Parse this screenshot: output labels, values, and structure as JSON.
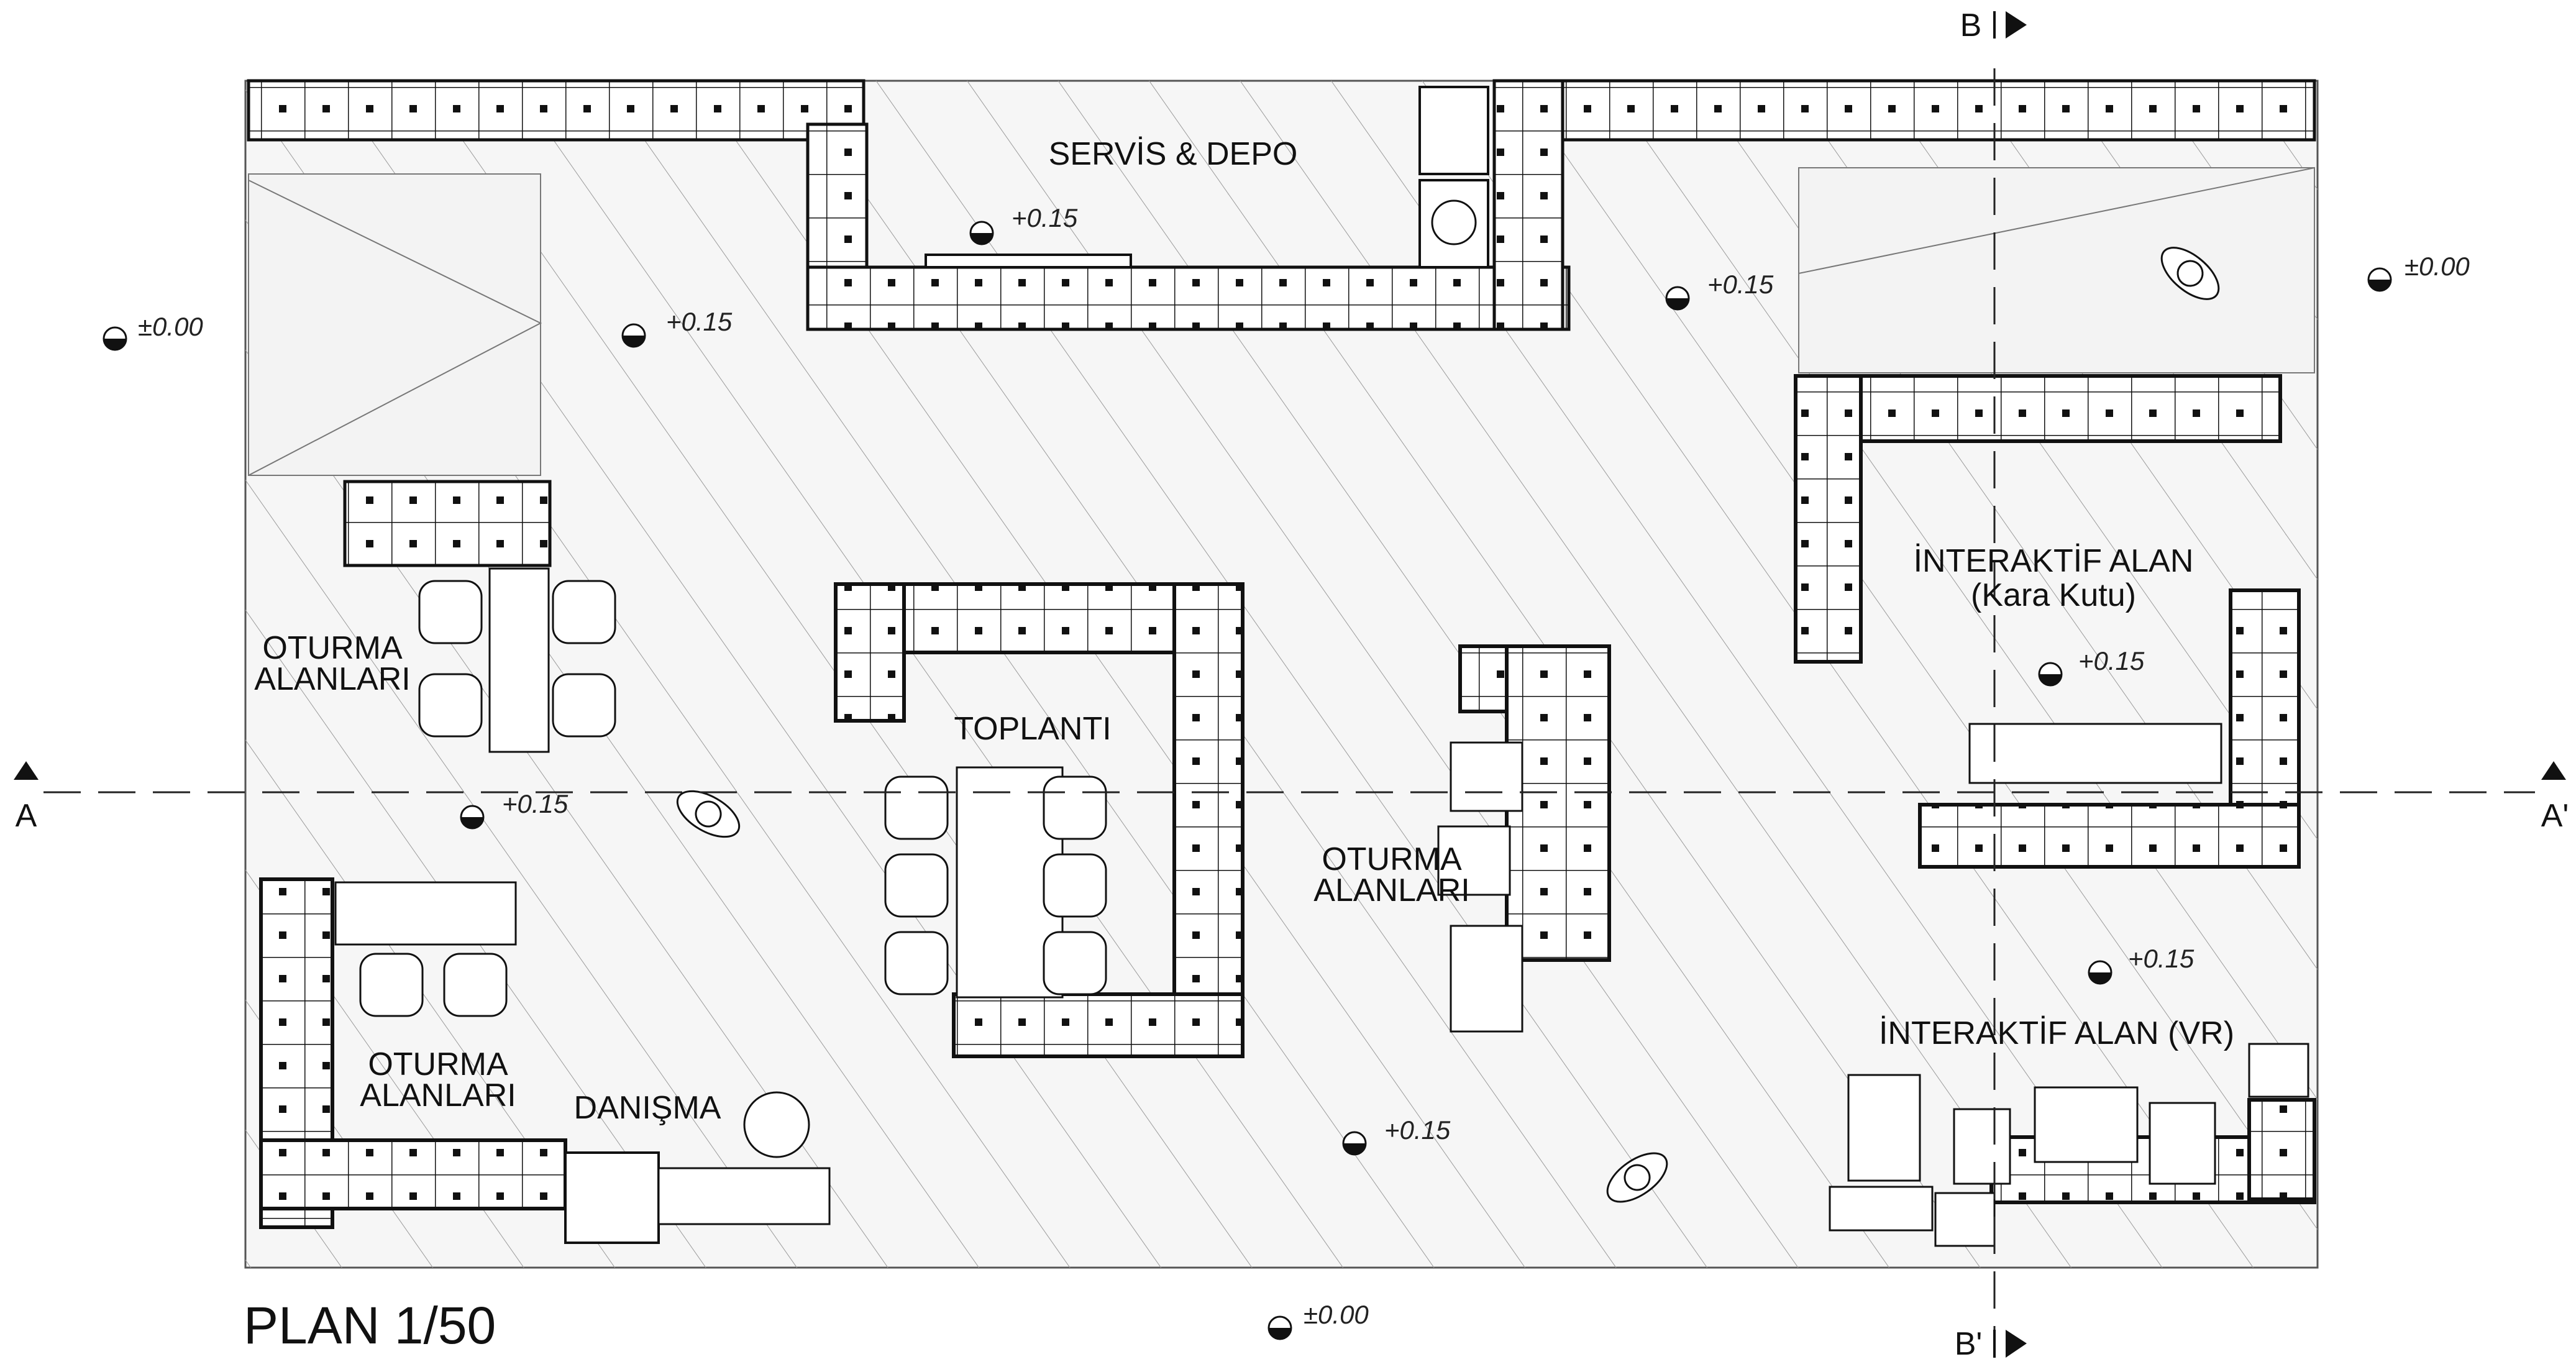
{
  "title": "PLAN 1/50",
  "rooms": {
    "servis": "SERVİS & DEPO",
    "oturma_left_1": "OTURMA",
    "oturma_left_2": "ALANLARI",
    "toplanti": "TOPLANTI",
    "oturma_mid_1": "OTURMA",
    "oturma_mid_2": "ALANLARI",
    "oturma_bl_1": "OTURMA",
    "oturma_bl_2": "ALANLARI",
    "danisma": "DANIŞMA",
    "interaktif_1": "İNTERAKTİF ALAN",
    "interaktif_2": "(Kara Kutu)",
    "interaktif_vr": "İNTERAKTİF ALAN (VR)"
  },
  "elevations": {
    "e1": "±0.00",
    "e2": "+0.15",
    "e3": "+0.15",
    "e4": "+0.15",
    "e5": "±0.00",
    "e6": "+0.15",
    "e7": "+0.15",
    "e8": "+0.15",
    "e9": "+0.15",
    "e10": "±0.00"
  },
  "sections": {
    "a_left": "A",
    "a_right": "A'",
    "b_top": "B",
    "b_bottom": "B'"
  },
  "colors": {
    "line": "#111111",
    "hatch": "#9a9a9a",
    "floor": "#f6f6f6"
  }
}
